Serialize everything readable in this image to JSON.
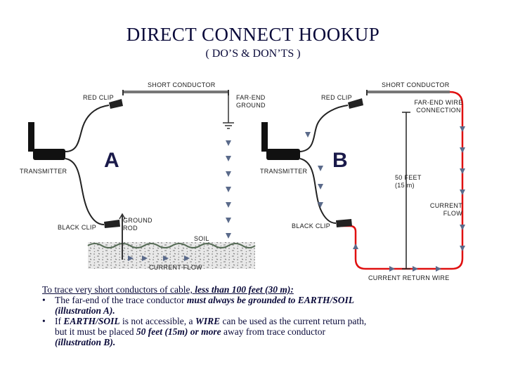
{
  "title": "DIRECT CONNECT HOOKUP",
  "subtitle": "( DO’S  &  DON’TS )",
  "diagram": {
    "a": {
      "short_conductor": "SHORT CONDUCTOR",
      "red_clip": "RED CLIP",
      "far_end_ground": "FAR-END GROUND",
      "transmitter": "TRANSMITTER",
      "letter": "A",
      "black_clip": "BLACK CLIP",
      "ground_rod": "GROUND ROD",
      "soil": "SOIL",
      "current_flow": "CURRENT FLOW"
    },
    "b": {
      "short_conductor": "SHORT CONDUCTOR",
      "red_clip": "RED CLIP",
      "far_end_wire_connection": "FAR-END WIRE CONNECTION",
      "transmitter": "TRANSMITTER",
      "letter": "B",
      "fifty_feet": "50 FEET (15 m)",
      "current_flow": "CURRENT FLOW",
      "black_clip": "BLACK CLIP",
      "current_return_wire": "CURRENT RETURN WIRE"
    },
    "colors": {
      "return_wire": "#e01010",
      "wire": "#222222",
      "arrow": "#5a6a8a",
      "text_dark": "#0a0a3a"
    }
  },
  "notes": {
    "heading_pre": "To trace very short conductors of cable, ",
    "heading_em": "less than 100 feet (30 m):",
    "bullet1_pre": "The far-end of the trace conductor ",
    "bullet1_em": "must always be grounded to EARTH/SOIL",
    "bullet1_cont": "(illustration A).",
    "bullet2_a": "If ",
    "bullet2_b": "EARTH/SOIL",
    "bullet2_c": " is not accessible, a ",
    "bullet2_d": "WIRE",
    "bullet2_e": " can be used as the current return path,",
    "bullet2_line2_a": "but it   must be placed ",
    "bullet2_line2_b": "50 feet (15m) or more",
    "bullet2_line2_c": " away from trace conductor",
    "bullet2_line3": "(illustration B).",
    "bullet_char": "•"
  }
}
